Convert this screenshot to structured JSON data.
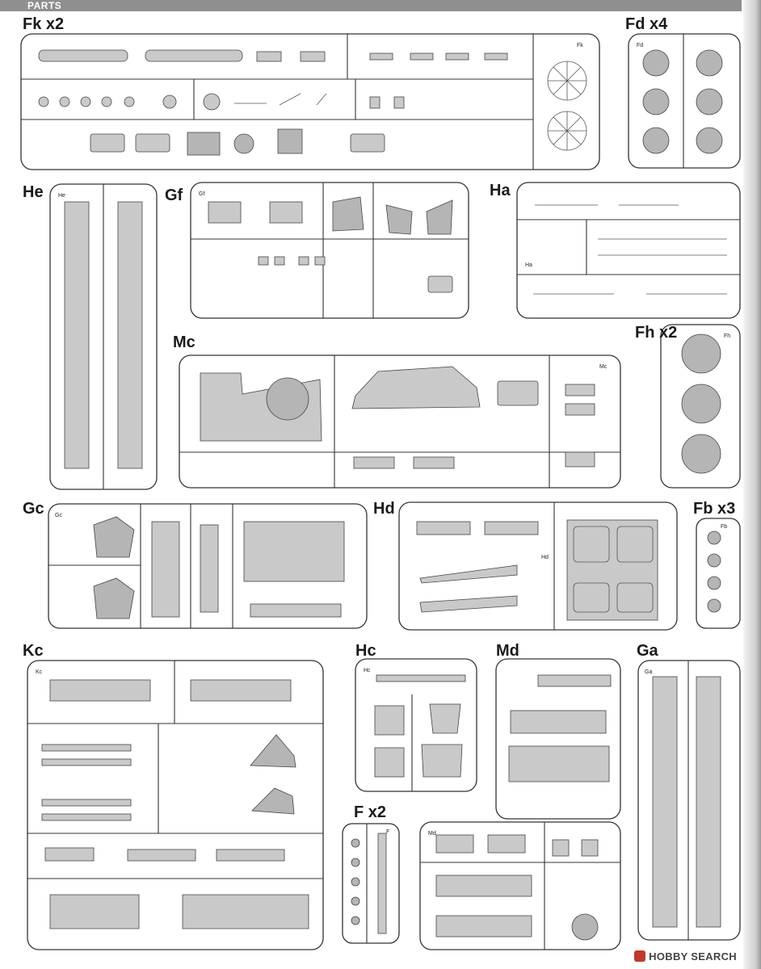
{
  "header": {
    "title": "PARTS"
  },
  "sprues": [
    {
      "id": "fk",
      "label": "Fk x2",
      "tag": "Fk"
    },
    {
      "id": "fd",
      "label": "Fd x4",
      "tag": "Fd"
    },
    {
      "id": "he",
      "label": "He",
      "tag": "He"
    },
    {
      "id": "gf",
      "label": "Gf",
      "tag": "Gf"
    },
    {
      "id": "ha",
      "label": "Ha",
      "tag": "Ha"
    },
    {
      "id": "mc",
      "label": "Mc",
      "tag": "Mc"
    },
    {
      "id": "fh",
      "label": "Fh x2",
      "tag": "Fh"
    },
    {
      "id": "gc",
      "label": "Gc",
      "tag": "Gc"
    },
    {
      "id": "hd",
      "label": "Hd",
      "tag": "Hd"
    },
    {
      "id": "fb",
      "label": "Fb x3",
      "tag": "Fb"
    },
    {
      "id": "kc",
      "label": "Kc",
      "tag": "Kc"
    },
    {
      "id": "hc",
      "label": "Hc",
      "tag": "Hc"
    },
    {
      "id": "md",
      "label": "Md",
      "tag": "Md"
    },
    {
      "id": "ga",
      "label": "Ga",
      "tag": "Ga"
    },
    {
      "id": "f",
      "label": "F x2",
      "tag": "F"
    }
  ],
  "watermark": {
    "text": "HOBBY SEARCH",
    "icon": "hobbysearch-logo-icon"
  }
}
